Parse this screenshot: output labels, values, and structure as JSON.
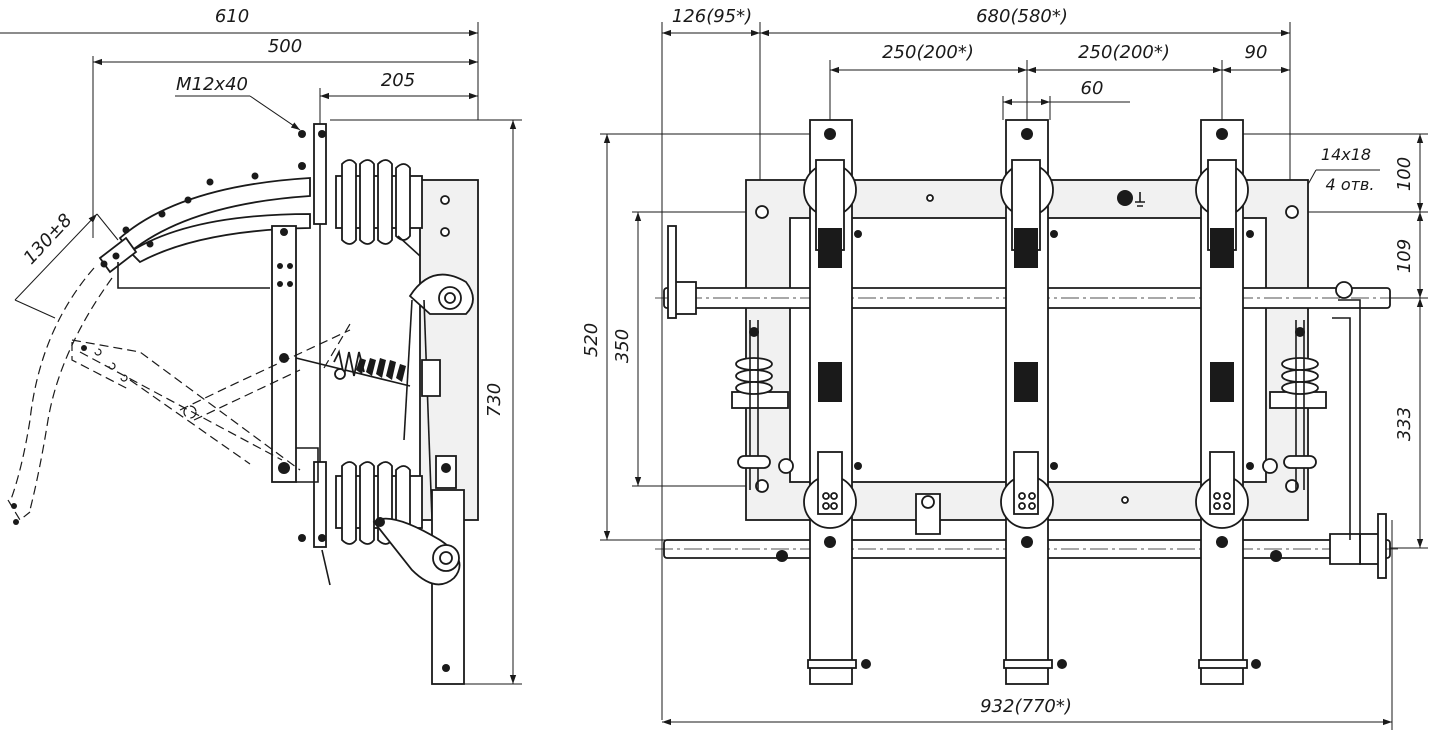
{
  "side_view": {
    "dims": {
      "overall_width": "610",
      "arm_width": "500",
      "bolt_label": "M12x40",
      "offset": "205",
      "angle_dim": "130±8",
      "height": "730"
    }
  },
  "front_view": {
    "dims": {
      "left_offset": "126(95*)",
      "frame_width": "680(580*)",
      "pole_pitch_1": "250(200*)",
      "pole_pitch_2": "250(200*)",
      "right_offset": "90",
      "contact_width": "60",
      "hole_size": "14x18",
      "hole_count": "4 отв.",
      "top_gap": "100",
      "shaft_gap": "109",
      "lower_gap": "333",
      "total_height": "520",
      "hole_spacing": "350",
      "shaft_length": "932(770*)"
    }
  }
}
